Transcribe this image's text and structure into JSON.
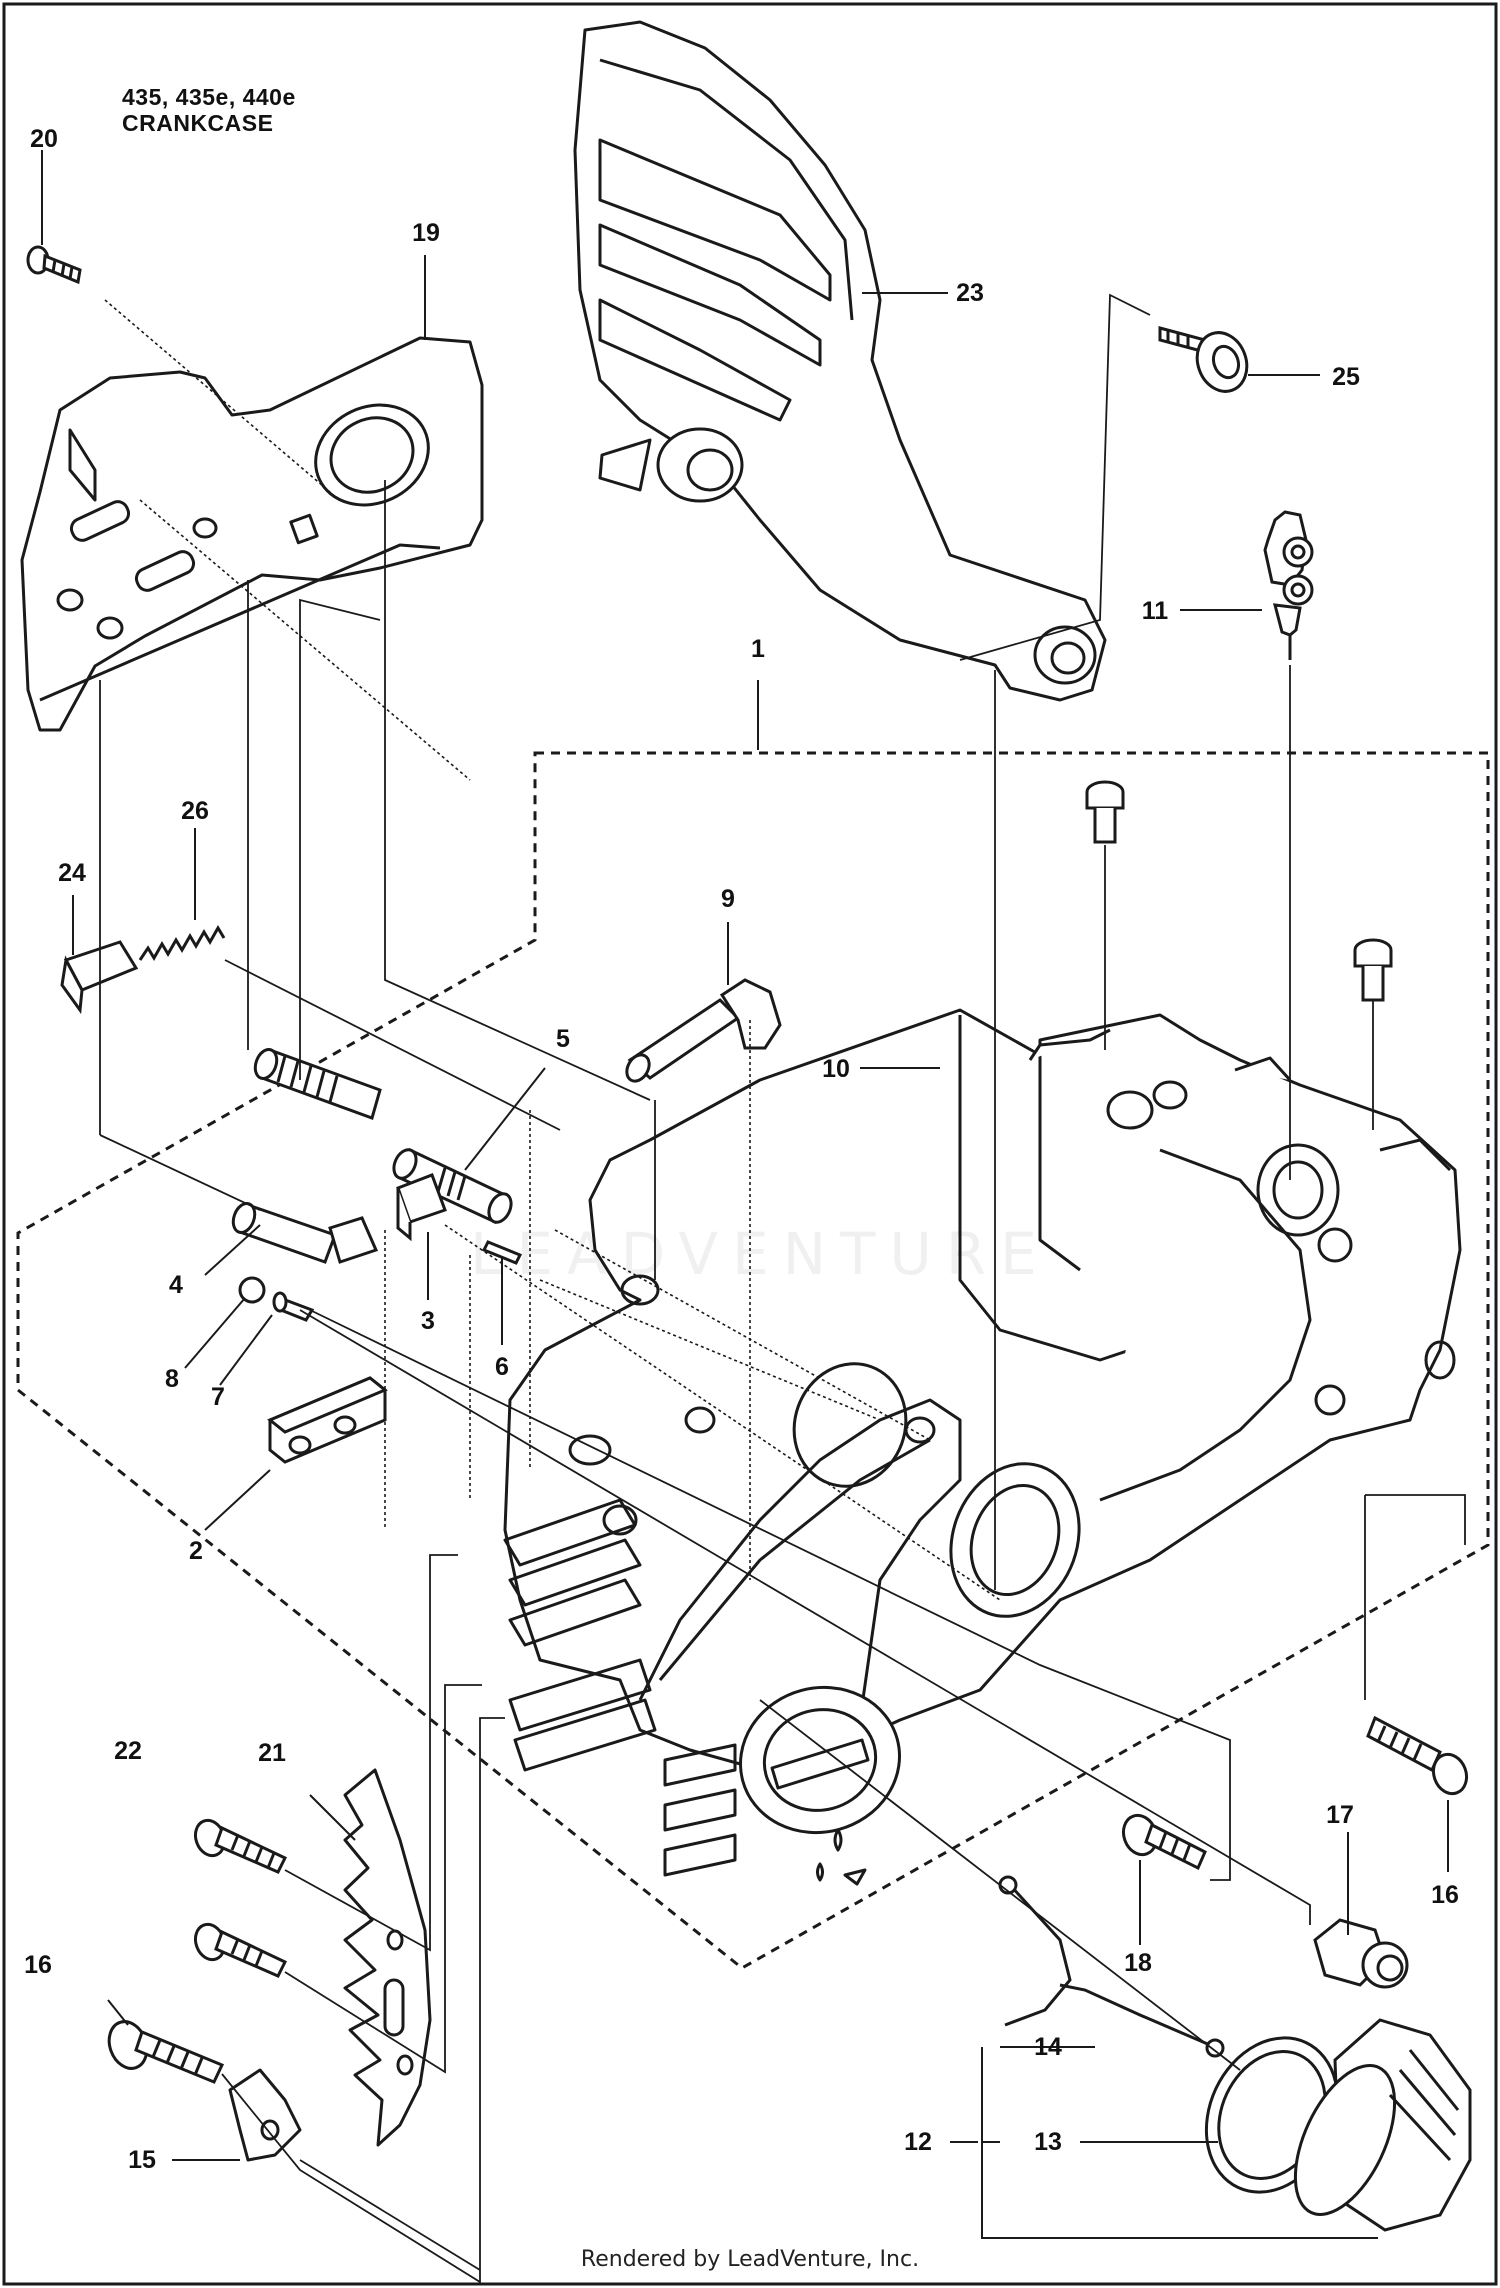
{
  "diagram": {
    "models_line": "435, 435e, 440e",
    "section_line": "CRANKCASE",
    "footer_text": "Rendered by LeadVenture, Inc.",
    "watermark_text": "LEADVENTURE",
    "stroke_color": "#1a1a1a",
    "background_color": "#ffffff"
  },
  "callouts": [
    {
      "id": "20",
      "label": "20"
    },
    {
      "id": "19",
      "label": "19"
    },
    {
      "id": "23",
      "label": "23"
    },
    {
      "id": "25",
      "label": "25"
    },
    {
      "id": "11",
      "label": "11"
    },
    {
      "id": "1",
      "label": "1"
    },
    {
      "id": "26",
      "label": "26"
    },
    {
      "id": "24",
      "label": "24"
    },
    {
      "id": "9",
      "label": "9"
    },
    {
      "id": "5",
      "label": "5"
    },
    {
      "id": "10",
      "label": "10"
    },
    {
      "id": "4",
      "label": "4"
    },
    {
      "id": "3",
      "label": "3"
    },
    {
      "id": "6",
      "label": "6"
    },
    {
      "id": "8",
      "label": "8"
    },
    {
      "id": "7",
      "label": "7"
    },
    {
      "id": "2",
      "label": "2"
    },
    {
      "id": "22",
      "label": "22"
    },
    {
      "id": "21",
      "label": "21"
    },
    {
      "id": "17",
      "label": "17"
    },
    {
      "id": "16a",
      "label": "16"
    },
    {
      "id": "18",
      "label": "18"
    },
    {
      "id": "16b",
      "label": "16"
    },
    {
      "id": "14",
      "label": "14"
    },
    {
      "id": "12",
      "label": "12"
    },
    {
      "id": "13",
      "label": "13"
    },
    {
      "id": "15",
      "label": "15"
    }
  ]
}
